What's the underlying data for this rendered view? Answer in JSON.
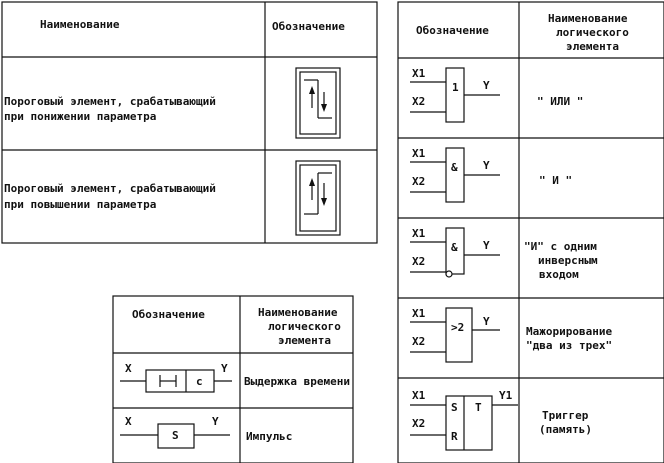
{
  "table1": {
    "col_name": "Наименование",
    "col_symbol": "Обозначение",
    "rows": [
      {
        "line1": "Пороговый элемент, срабатывающий",
        "line2": "при понижении параметра"
      },
      {
        "line1": "Пороговый элемент, срабатывающий",
        "line2": "при повышении параметра"
      }
    ]
  },
  "table2": {
    "col_symbol": "Обозначение",
    "col_name_l1": "Наименование",
    "col_name_l2": "логического",
    "col_name_l3": "элемента",
    "rows": [
      {
        "in1": "X",
        "out": "Y",
        "symbol": "с",
        "name": "Выдержка времени"
      },
      {
        "in1": "X",
        "out": "Y",
        "symbol": "S",
        "name": "Импульс"
      }
    ]
  },
  "table3": {
    "col_symbol": "Обозначение",
    "col_name_l1": "Наименование",
    "col_name_l2": "логического",
    "col_name_l3": "элемента",
    "rows": [
      {
        "in1": "X1",
        "in2": "X2",
        "symbol": "1",
        "out": "Y",
        "name_l1": "\" ИЛИ \"",
        "name_l2": "",
        "name_l3": ""
      },
      {
        "in1": "X1",
        "in2": "X2",
        "symbol": "&",
        "out": "Y",
        "name_l1": "\" И \"",
        "name_l2": "",
        "name_l3": ""
      },
      {
        "in1": "X1",
        "in2": "X2",
        "symbol": "&",
        "out": "Y",
        "name_l1": "\"И\" с одним",
        "name_l2": "инверсным",
        "name_l3": "входом"
      },
      {
        "in1": "X1",
        "in2": "X2",
        "symbol": ">2",
        "out": "Y",
        "name_l1": "Мажорирование",
        "name_l2": "\"два из трех\"",
        "name_l3": ""
      },
      {
        "in1": "X1",
        "in2": "X2",
        "symbol_s": "S",
        "symbol_r": "R",
        "symbol_t": "T",
        "out": "Y1",
        "name_l1": "Триггер",
        "name_l2": "(память)",
        "name_l3": ""
      }
    ]
  }
}
